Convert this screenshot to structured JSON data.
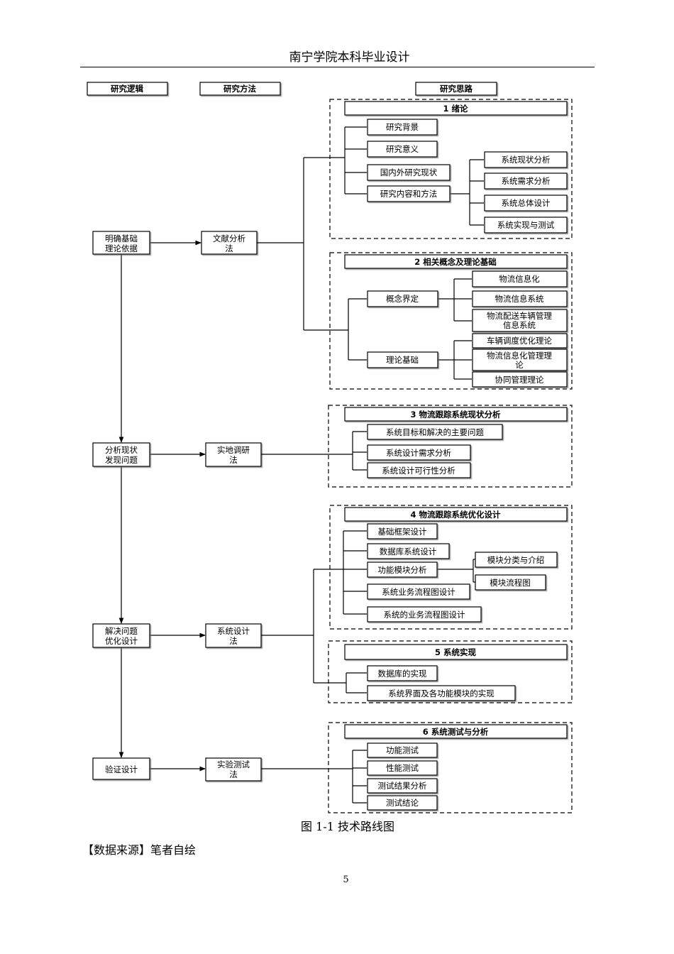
{
  "header": {
    "title": "南宁学院本科毕业设计"
  },
  "columns": {
    "logic": "研究逻辑",
    "method": "研究方法",
    "idea": "研究思路"
  },
  "logic": [
    [
      "明确基础",
      "理论依据"
    ],
    [
      "分析现状",
      "发现问题"
    ],
    [
      "解决问题",
      "优化设计"
    ],
    [
      "验证设计"
    ]
  ],
  "methods": [
    [
      "文献分析",
      "法"
    ],
    [
      "实地调研",
      "法"
    ],
    [
      "系统设计",
      "法"
    ],
    [
      "实验测试",
      "法"
    ]
  ],
  "chapters": {
    "c1": {
      "title": "1  绪论",
      "items": [
        "研究背景",
        "研究意义",
        "国内外研究现状",
        "研究内容和方法"
      ],
      "subitems": [
        "系统现状分析",
        "系统需求分析",
        "系统总体设计",
        "系统实现与测试"
      ]
    },
    "c2": {
      "title": "2  相关概念及理论基础",
      "groups": [
        {
          "label": "概念界定",
          "items": [
            [
              "物流信息化"
            ],
            [
              "物流信息系统"
            ],
            [
              "物流配送车辆管理",
              "信息系统"
            ]
          ]
        },
        {
          "label": "理论基础",
          "items": [
            [
              "车辆调度优化理论"
            ],
            [
              "物流信息化管理理",
              "论"
            ],
            [
              "协同管理理论"
            ]
          ]
        }
      ]
    },
    "c3": {
      "title": "3  物流跟踪系统现状分析",
      "items": [
        "系统目标和解决的主要问题",
        "系统设计需求分析",
        "系统设计可行性分析"
      ]
    },
    "c4": {
      "title": "4  物流跟踪系统优化设计",
      "items": [
        "基础框架设计",
        "数据库系统设计",
        "功能模块分析",
        "系统业务流程图设计",
        "系统的业务流程图设计"
      ],
      "subitems": [
        "模块分类与介绍",
        "模块流程图"
      ]
    },
    "c5": {
      "title": "5  系统实现",
      "items": [
        "数据库的实现",
        "系统界面及各功能模块的实现"
      ]
    },
    "c6": {
      "title": "6  系统测试与分析",
      "items": [
        "功能测试",
        "性能测试",
        "测试结果分析",
        "测试结论"
      ]
    }
  },
  "caption": "图 1-1 技术路线图",
  "source": "【数据来源】笔者自绘",
  "page_number": "5"
}
